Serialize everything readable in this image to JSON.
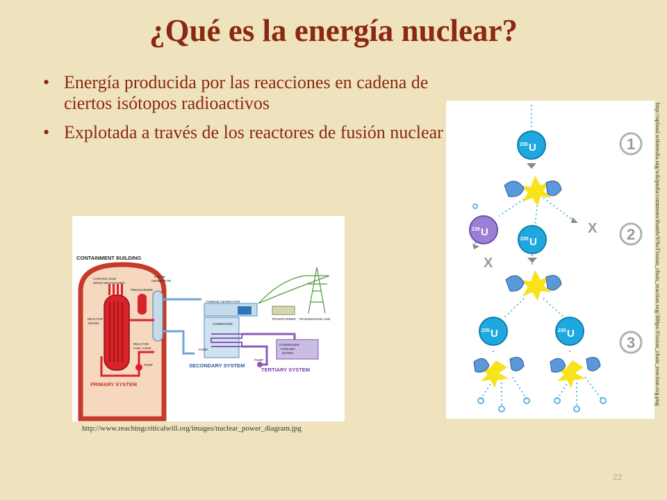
{
  "slide": {
    "title": "¿Qué es la energía nuclear?",
    "bullets": [
      "Energía producida por las reacciones en cadena de ciertos isótopos radioactivos",
      "Explotada a través de los reactores de fusión nuclear"
    ],
    "bullet_symbol": "•",
    "page_number": "22"
  },
  "reactor_diagram": {
    "labels": {
      "containment": "CONTAINMENT BUILDING",
      "control_rod": "CONTROL ROD",
      "drive_mechanisms": "DRIVE MECHANISMS",
      "steam": "STEAM",
      "generator": "GENERATOR",
      "pressurizer": "PRESSURIZER",
      "reactor": "REACTOR",
      "vessel": "VESSEL",
      "reactor2": "REACTOR",
      "fuel_core": "FUEL CORE",
      "pump1": "PUMP",
      "primary": "PRIMARY SYSTEM",
      "turbine": "TURBINE-GENERATOR",
      "transformer": "TRANSFORMER",
      "transmission": "TRANSMISSION LINE",
      "condenser": "CONDENSER",
      "pump2": "PUMP",
      "secondary": "SECONDARY SYSTEM",
      "cooling_1": "CONDENSER",
      "cooling_2": "COOLING",
      "cooling_3": "WATER",
      "pump3": "PUMP",
      "tertiary": "TERTIARY SYSTEM"
    },
    "source_url": "http://www.reachingcriticalwill.org/images/nuclear_power_diagram.jpg"
  },
  "fission_diagram": {
    "isotope_u235": "235",
    "isotope_u238": "238",
    "element": "U",
    "x_mark": "X",
    "steps": [
      "1",
      "2",
      "3"
    ],
    "source_url": "http://upload.wikimedia.org/wikipedia/commons/thumb/9/9a/Fission_chain_reaction.svg/300px-Fission_chain_reaction.svg.png"
  },
  "colors": {
    "background": "#efe3bd",
    "title": "#8b2810",
    "u235": "#1fa8e0",
    "u238": "#9b7fd4",
    "flash": "#f7e21c"
  }
}
